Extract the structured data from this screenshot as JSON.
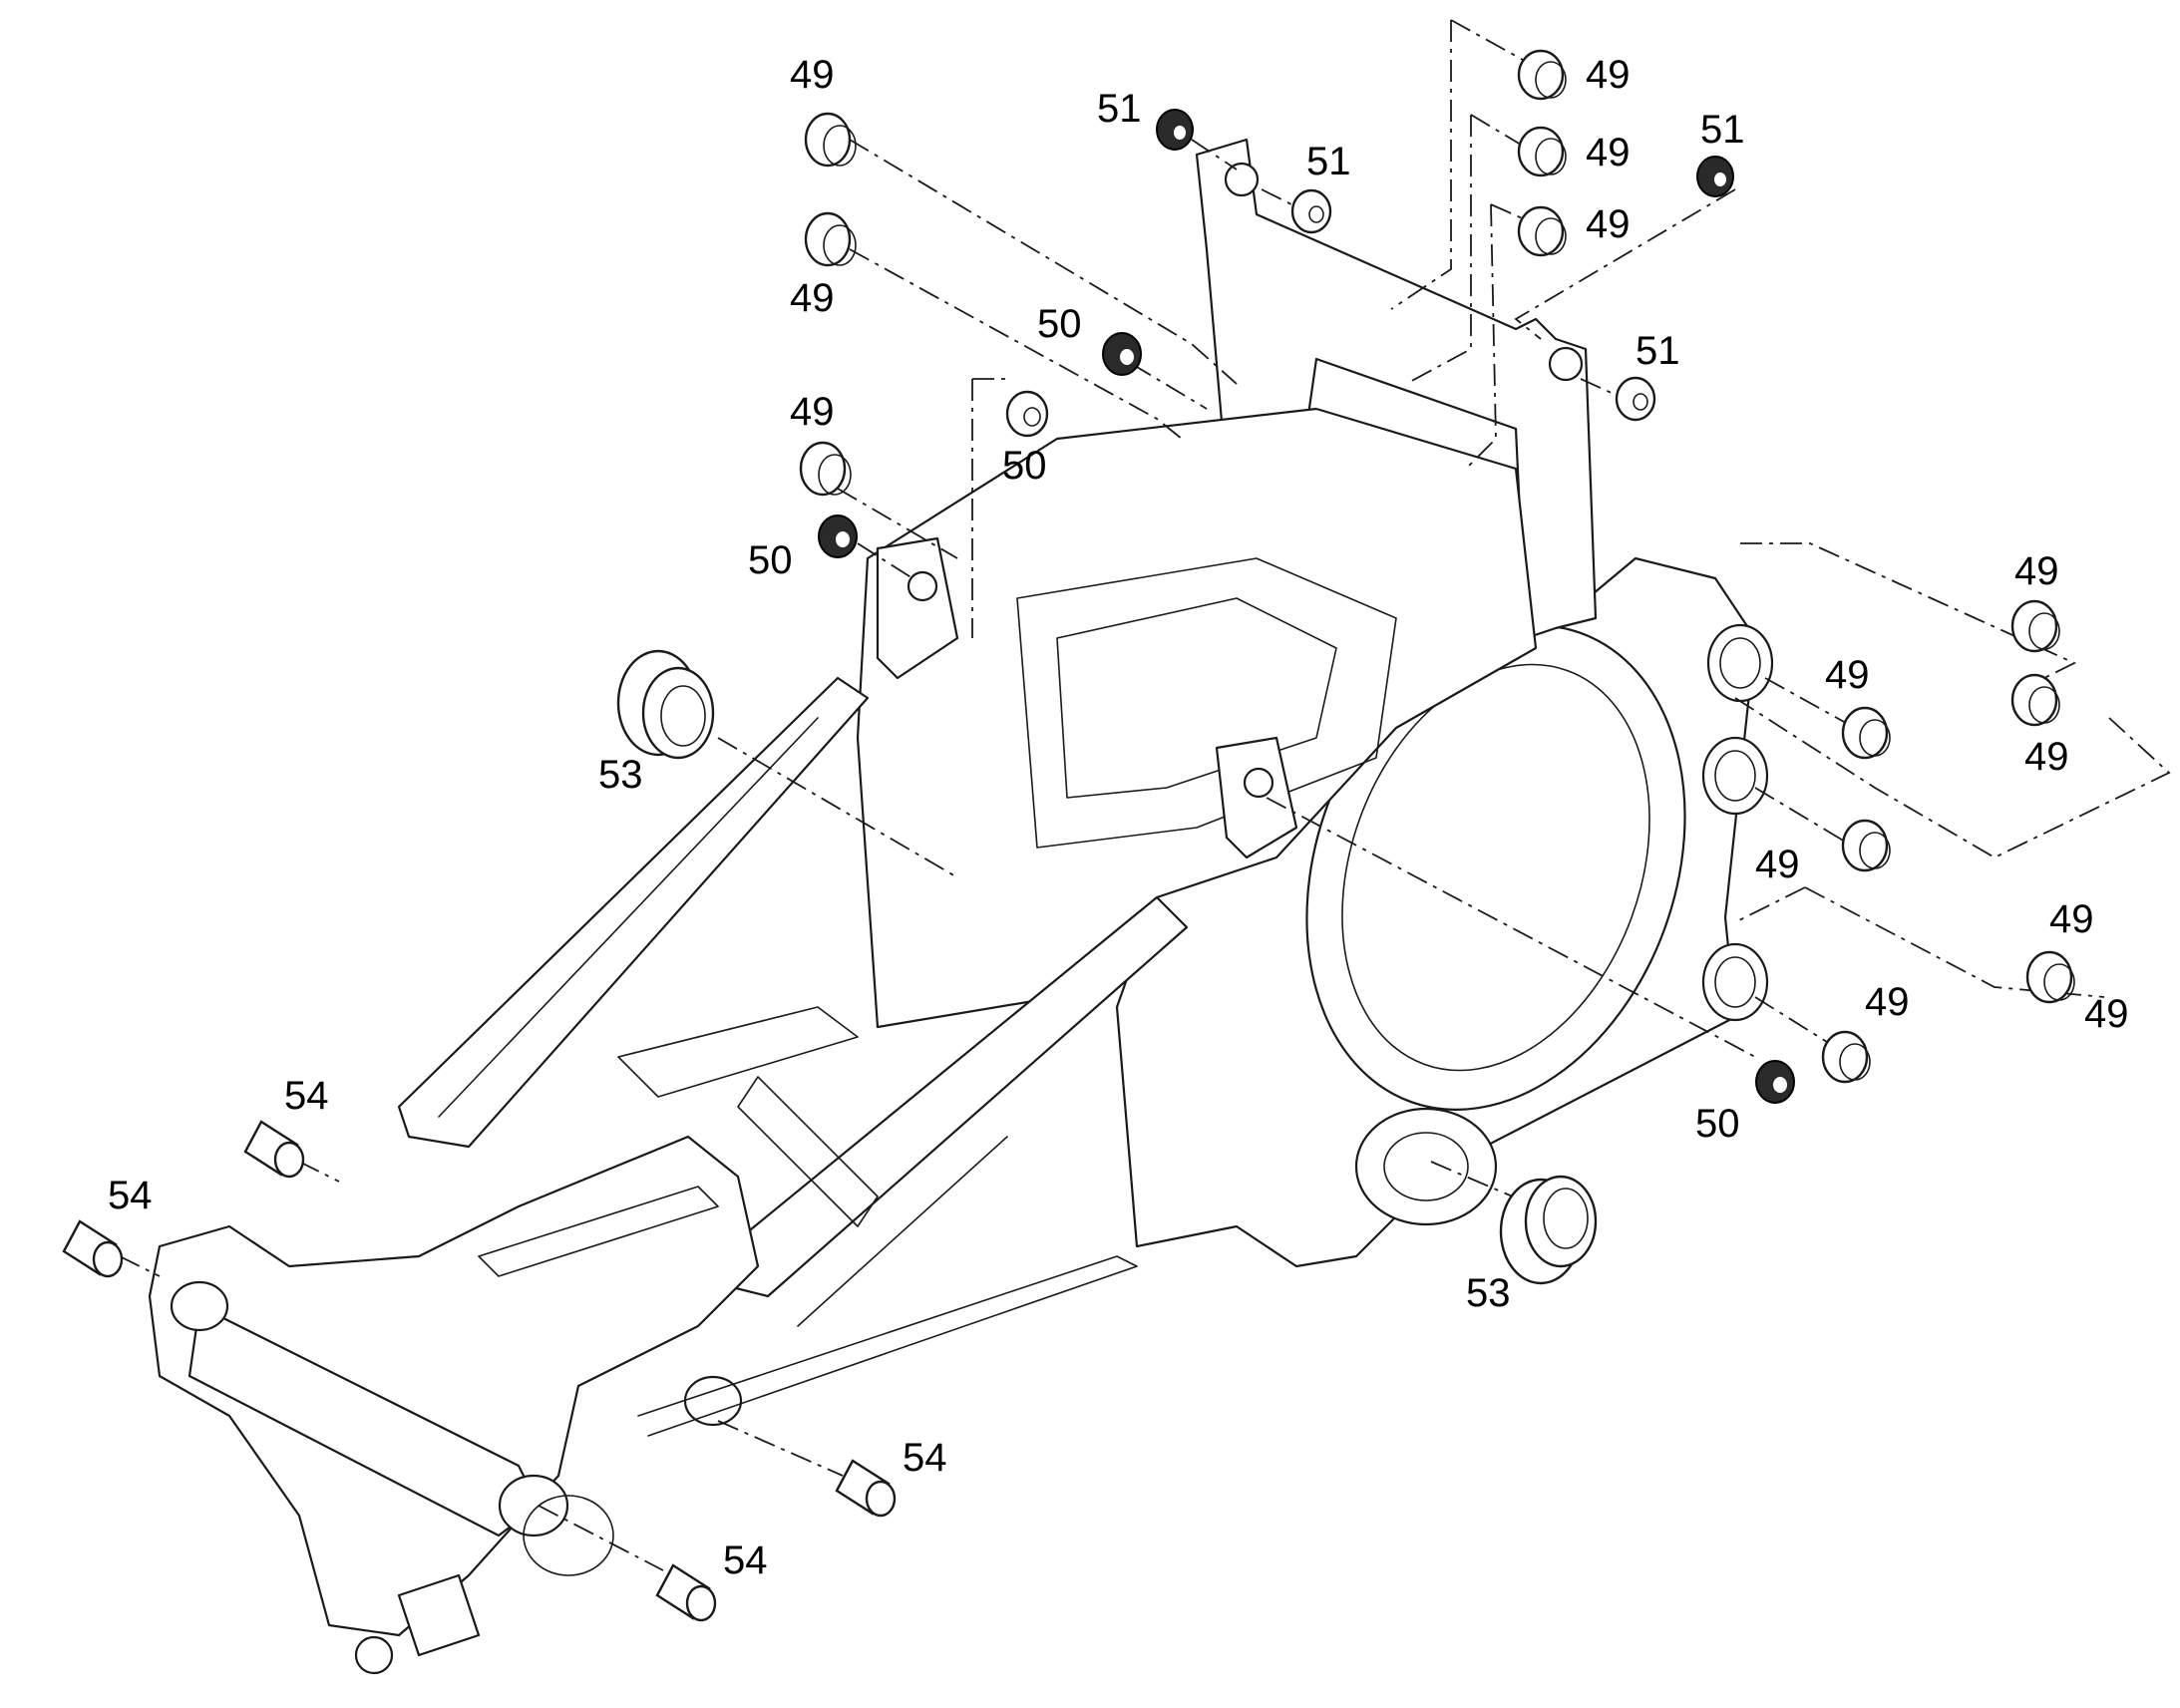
{
  "colors": {
    "line": "#1a1a1a",
    "background": "#ffffff",
    "dark_part": "#2a2a2a"
  },
  "callouts": [
    {
      "id": "c1",
      "label": "49",
      "icon": "bushing-icon"
    },
    {
      "id": "c2",
      "label": "49",
      "icon": "bushing-icon"
    },
    {
      "id": "c3",
      "label": "49",
      "icon": "bushing-icon"
    },
    {
      "id": "c4",
      "label": "49",
      "icon": "bushing-icon"
    },
    {
      "id": "c5",
      "label": "49",
      "icon": "bushing-icon"
    },
    {
      "id": "c6",
      "label": "49",
      "icon": "bushing-icon"
    },
    {
      "id": "c7",
      "label": "49",
      "icon": "bushing-icon"
    },
    {
      "id": "c8",
      "label": "49",
      "icon": "bushing-icon"
    },
    {
      "id": "c9",
      "label": "49",
      "icon": "bushing-icon"
    },
    {
      "id": "c10",
      "label": "49",
      "icon": "bushing-icon"
    },
    {
      "id": "c11",
      "label": "49",
      "icon": "bushing-icon"
    },
    {
      "id": "c12",
      "label": "49",
      "icon": "bushing-icon"
    },
    {
      "id": "c13",
      "label": "49",
      "icon": "bushing-icon"
    },
    {
      "id": "c14",
      "label": "50",
      "icon": "seal-ring-icon"
    },
    {
      "id": "c15",
      "label": "50",
      "icon": "seal-ring-icon"
    },
    {
      "id": "c16",
      "label": "50",
      "icon": "seal-ring-icon"
    },
    {
      "id": "c17",
      "label": "50",
      "icon": "seal-ring-icon"
    },
    {
      "id": "c18",
      "label": "51",
      "icon": "seal-ring-icon"
    },
    {
      "id": "c19",
      "label": "51",
      "icon": "seal-ring-icon"
    },
    {
      "id": "c20",
      "label": "51",
      "icon": "seal-ring-icon"
    },
    {
      "id": "c21",
      "label": "51",
      "icon": "seal-ring-icon"
    },
    {
      "id": "c22",
      "label": "53",
      "icon": "flanged-bearing-icon"
    },
    {
      "id": "c23",
      "label": "53",
      "icon": "flanged-bearing-icon"
    },
    {
      "id": "c24",
      "label": "54",
      "icon": "sleeve-icon"
    },
    {
      "id": "c25",
      "label": "54",
      "icon": "sleeve-icon"
    },
    {
      "id": "c26",
      "label": "54",
      "icon": "sleeve-icon"
    },
    {
      "id": "c27",
      "label": "54",
      "icon": "sleeve-icon"
    }
  ]
}
